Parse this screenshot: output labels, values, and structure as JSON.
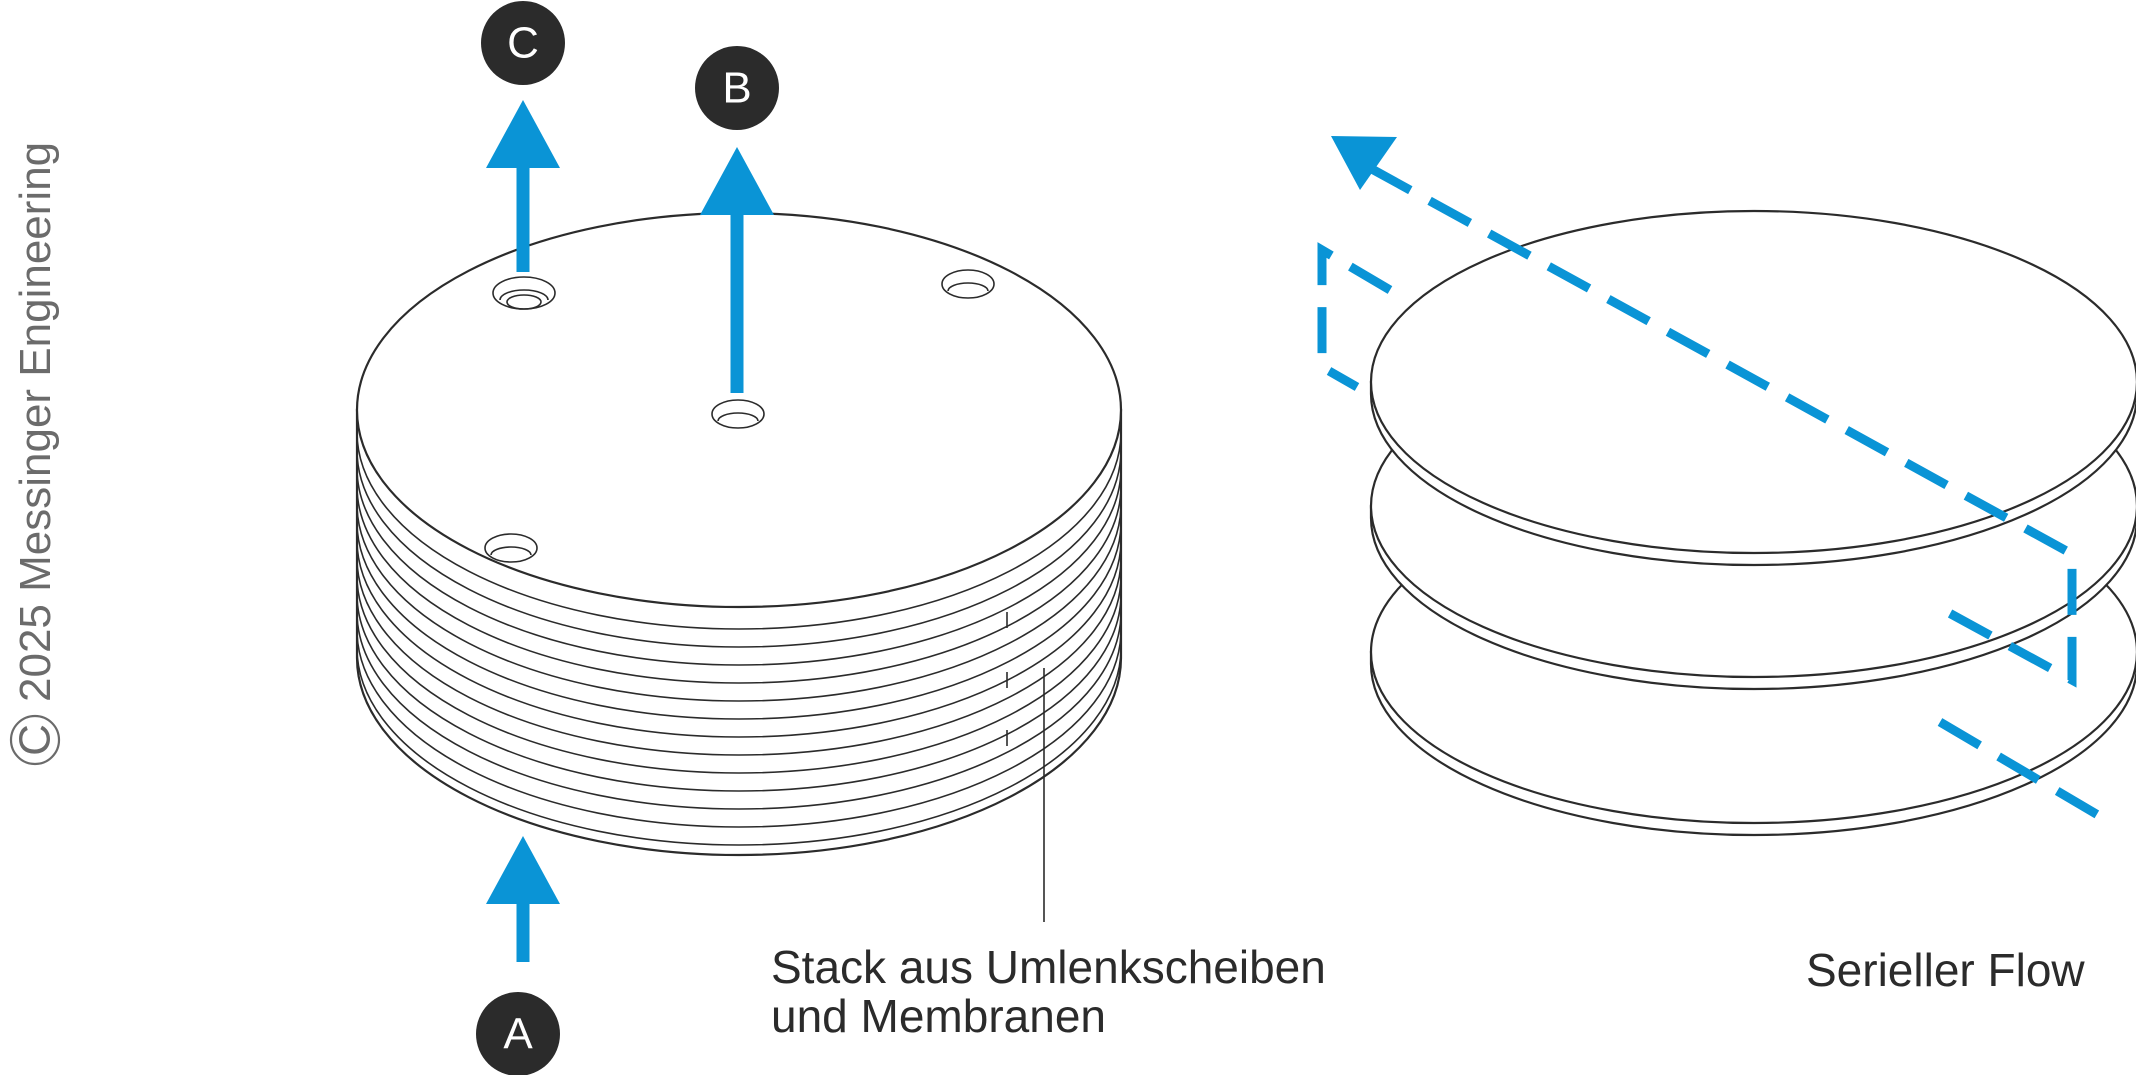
{
  "labels": {
    "port_a": "A",
    "port_b": "B",
    "port_c": "C"
  },
  "captions": {
    "stack_line1": "Stack aus Umlenkscheiben",
    "stack_line2": "und Membranen",
    "serial_flow": "Serieller Flow"
  },
  "copyright": {
    "symbol": "C",
    "text": "2025 Messinger Engineering"
  },
  "colors": {
    "flow_blue": "#0a94d6",
    "line_dark": "#2b2b2b",
    "copyright_gray": "#6b6b6b"
  }
}
